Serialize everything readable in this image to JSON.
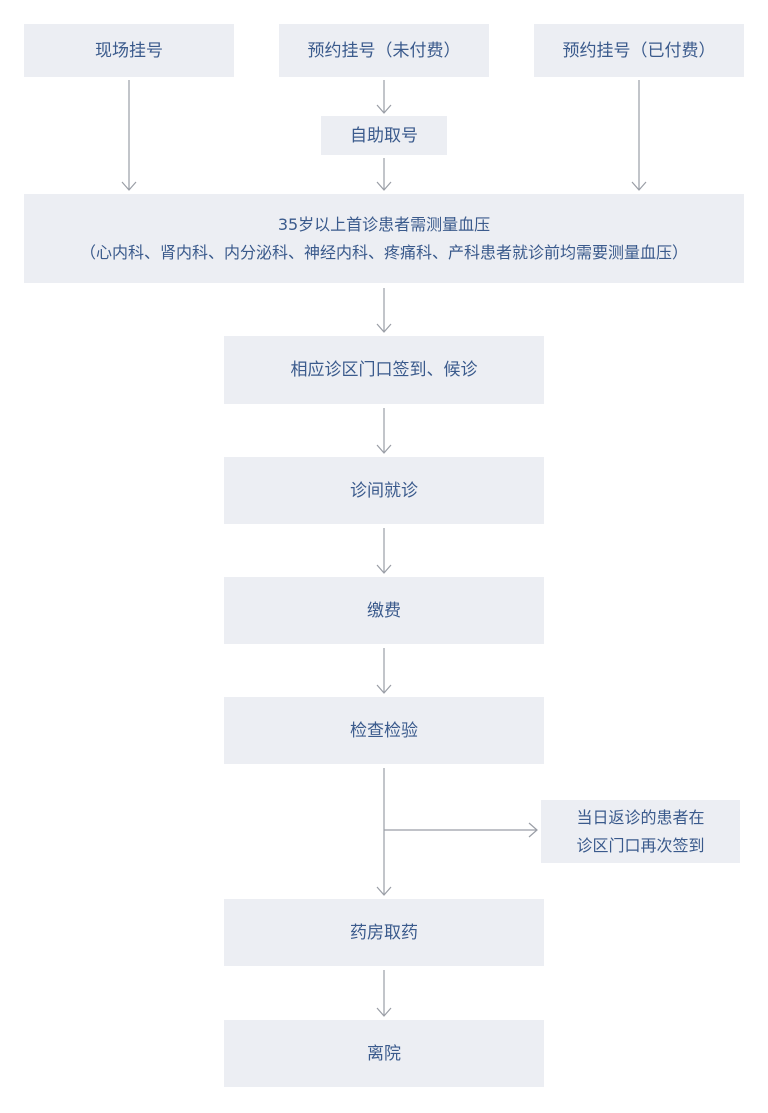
{
  "flow": {
    "walk_in": "现场挂号",
    "booked_unpaid": "预约挂号（未付费）",
    "booked_paid": "预约挂号（已付费）",
    "self_ticket": "自助取号",
    "bp_check_line1": "35岁以上首诊患者需测量血压",
    "bp_check_line2": "（心内科、肾内科、内分泌科、神经内科、疼痛科、产科患者就诊前均需要测量血压）",
    "checkin": "相应诊区门口签到、候诊",
    "consult": "诊间就诊",
    "payment": "缴费",
    "exam": "检查检验",
    "same_day_line1": "当日返诊的患者在",
    "same_day_line2": "诊区门口再次签到",
    "pharmacy": "药房取药",
    "leave": "离院"
  }
}
